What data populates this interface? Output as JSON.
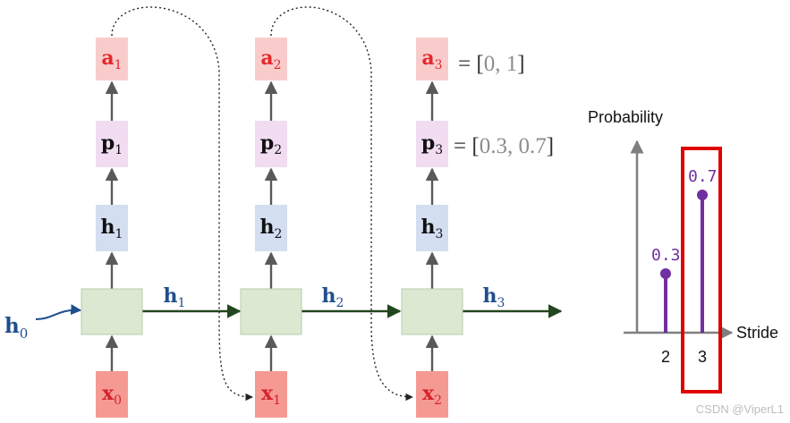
{
  "columns": [
    {
      "action": {
        "base": "a",
        "sub": "1"
      },
      "prob": {
        "base": "p",
        "sub": "1"
      },
      "hidden": {
        "base": "h",
        "sub": "1"
      },
      "input": {
        "base": "x",
        "sub": "0"
      },
      "edge": {
        "base": "h",
        "sub": "1"
      }
    },
    {
      "action": {
        "base": "a",
        "sub": "2"
      },
      "prob": {
        "base": "p",
        "sub": "2"
      },
      "hidden": {
        "base": "h",
        "sub": "2"
      },
      "input": {
        "base": "x",
        "sub": "1"
      },
      "edge": {
        "base": "h",
        "sub": "2"
      }
    },
    {
      "action": {
        "base": "a",
        "sub": "3"
      },
      "prob": {
        "base": "p",
        "sub": "3"
      },
      "hidden": {
        "base": "h",
        "sub": "3"
      },
      "input": {
        "base": "x",
        "sub": "2"
      },
      "edge": {
        "base": "h",
        "sub": "3"
      }
    }
  ],
  "initial_state": {
    "base": "h",
    "sub": "0"
  },
  "action_eq": {
    "prefix": "= [",
    "first": "0, 1",
    "suffix": "]"
  },
  "prob_eq": {
    "prefix": "= [",
    "first": "0.3, 0.7",
    "suffix": "]"
  },
  "stem_plot": {
    "ylabel": "Probability",
    "xlabel": "Stride",
    "categories": [
      "2",
      "3"
    ],
    "values": [
      0.3,
      0.7
    ],
    "value_labels": [
      "0.3",
      "0.7"
    ],
    "highlight_index": 1
  },
  "colors": {
    "action_fill": "#f9cccc",
    "action_text": "#e8262a",
    "prob_fill": "#f1dcf2",
    "hidden_fill": "#d3def1",
    "input_fill": "#f59a92",
    "input_text": "#d5232a",
    "cell_fill": "#dbe9d2",
    "cell_stroke": "#b7cda8",
    "edge_label": "#1f4e8c",
    "edge_arrow": "#22461d",
    "stem": "#7030a0",
    "highlight": "#e00000",
    "axis": "#7f7f7f"
  },
  "watermark": "CSDN @ViperL1"
}
